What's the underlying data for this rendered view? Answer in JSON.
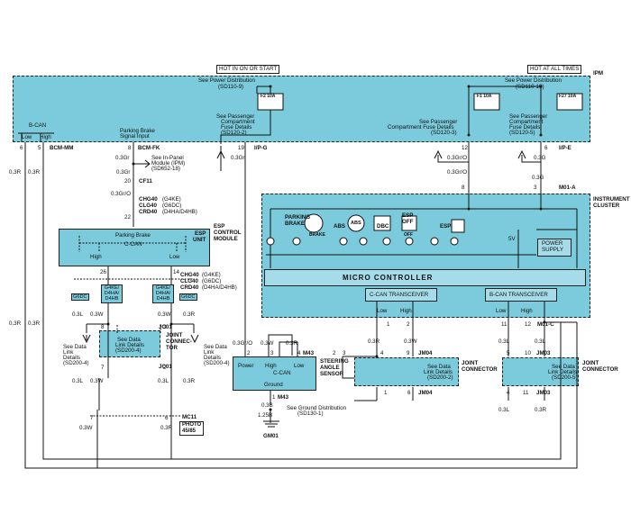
{
  "header": {
    "hot_in_on": "HOT IN ON OR START",
    "hot_at_all": "HOT AT ALL TIMES"
  },
  "ipm": {
    "label": "IPM",
    "see_pd_left": "See Power Distribution",
    "see_pd_left_ref": "(SD110-9)",
    "see_pd_right": "See Power Distribution",
    "see_pd_right_ref": "(SD110-10)",
    "f2": "F2 10A",
    "f1": "F1 10A",
    "f27": "F27 10A",
    "spc1": "See Passenger",
    "spc1b": "Compartment",
    "spc1c": "Fuse Details",
    "spc1d": "(SD120-2)",
    "spc2": "See Passenger",
    "spc2b": "Compartment Fuse Details",
    "spc2c": "(SD120-3)",
    "spc3": "See Passenger",
    "spc3b": "Compartment",
    "spc3c": "Fuse Details",
    "spc3d": "(SD120-5)",
    "bcan": "B-CAN",
    "low": "Low",
    "high": "High",
    "bcm_mm": "BCM-MM",
    "pb_signal": "Parking Brake",
    "pb_signal2": "Signal Input",
    "bcm_fk": "BCM-FK",
    "ipg": "I/P-G",
    "ipe": "I/P-E"
  },
  "pins": {
    "p6": "6",
    "p5": "5",
    "p8": "8",
    "p19": "19",
    "p12": "12",
    "p6b": "6",
    "p20": "20",
    "p22": "22",
    "p26": "26",
    "p14": "14",
    "p8b": "8",
    "p7": "7",
    "p3": "3",
    "p2": "2",
    "p7b": "7",
    "p6c": "6",
    "p2b": "2",
    "p1": "1",
    "p3b": "3",
    "p4": "4",
    "p2c": "2",
    "p3c": "3",
    "p4b": "4",
    "p1b": "1",
    "p2d": "2",
    "p9": "9",
    "p3d": "3",
    "p8c": "8",
    "p11": "11",
    "p12b": "12",
    "p5b": "5",
    "p10": "10",
    "p2e": "2",
    "p1c": "1",
    "p6d": "6",
    "p4c": "4",
    "p11b": "11",
    "p1d": "1",
    "p9b": "9",
    "p1e": "1",
    "p8d": "8"
  },
  "wires": {
    "w03r_a": "0.3R",
    "w03r_b": "0.3R",
    "w03gr_a": "0.3Gr",
    "w03gr_b": "0.3Gr",
    "w03gro_a": "0.3Gr/O",
    "w03gro_b": "0.3Gr/O",
    "w03gro_c": "0.3Gr/O",
    "w03gro_d": "0.3Gr/O",
    "w03g_a": "0.3G",
    "w03g_b": "0.3G",
    "w03l_a": "0.3L",
    "w03r_c": "0.3R",
    "w03l_b": "0.3L",
    "w03w_a": "0.3W",
    "w03w_b": "0.3W",
    "w03r_d": "0.3R",
    "w03gr_c": "0.3Gr",
    "w03w_c": "0.3W",
    "w03r_e": "0.3R",
    "w03b": "0.3B",
    "w125b": "1.25B",
    "w03l_c": "0.3L",
    "w03r_f": "0.3R",
    "w03r_g": "0.3R",
    "w03l_d": "0.3L",
    "w03w_d": "0.3W",
    "w03r_h": "0.3R",
    "w03r_i": "0.3R",
    "w03l_e": "0.3L",
    "w03l_f": "0.3L",
    "w03w_e": "0.3W",
    "w03w_f": "0.3W",
    "w03r_j": "0.3R"
  },
  "labels": {
    "see_ipm": "See In-Panel",
    "see_ipm2": "Module (IPM)",
    "see_ipm3": "(SD652-18)",
    "cf11": "CF11",
    "chg40": "CHG40",
    "chg40v": "(G4KE)",
    "clg40": "CLG40",
    "clg40v": "(G6DC)",
    "crd40": "CRD40",
    "crd40v": "(D4HA/D4HB)",
    "esp_cm": "ESP",
    "esp_cm2": "CONTROL",
    "esp_cm3": "MODULE",
    "esp_unit": "ESP",
    "esp_unit2": "UNIT",
    "parking_brake": "Parking Brake",
    "ccan": "C-CAN",
    "high": "High",
    "low": "Low",
    "chg40b": "CHG40",
    "chg40bv": "(G4KE)",
    "clg40b": "CLG40",
    "clg40bv": "(G6DC)",
    "crd40b": "CRD40",
    "crd40bv": "(D4HA/D4HB)",
    "g6dc_a": "G6DC",
    "g4ke_a": "G4KE/",
    "g4ke_a2": "D4HA/",
    "g4ke_a3": "D4HB",
    "g4ke_b": "G4KE/",
    "g4ke_b2": "D4HA/",
    "g4ke_b3": "D4HB",
    "g6dc_b": "G6DC",
    "jc01": "JC01",
    "jc01b": "JC01",
    "joint_conn": "JOINT",
    "joint_conn2": "CONNEC-",
    "joint_conn3": "TOR",
    "see_dl_jc": "See Data",
    "see_dl_jc2": "Link Details",
    "see_dl_jc3": "(SD200-4)",
    "see_dl_l": "See Data",
    "see_dl_l2": "Link",
    "see_dl_l3": "Details",
    "see_dl_l4": "(SD200-4)",
    "see_dl_r": "See Data",
    "see_dl_r2": "Link",
    "see_dl_r3": "Details",
    "see_dl_r4": "(SD200-4)",
    "mc11": "MC11",
    "photo": "PHOTO",
    "photo2": "45/85",
    "m43": "M43",
    "m43b": "M43",
    "power": "Power",
    "ccan_s": "C-CAN",
    "high_s": "High",
    "low_s": "Low",
    "ground": "Ground",
    "sas": "STEERING",
    "sas2": "ANGLE",
    "sas3": "SENSOR",
    "see_gd": "See Ground Distribution",
    "see_gd2": "(SD130-1)",
    "gm01": "GM01",
    "m01a": "M01-A",
    "m01c": "M01-C",
    "ic": "INSTRUMENT",
    "ic2": "CLUSTER",
    "pbrake": "PARKING",
    "pbrake2": "BRAKE",
    "brake_icon": "BRAKE",
    "abs": "ABS",
    "abs_icon": "ABS",
    "dbc": "DBC",
    "espoff": "ESP",
    "espoff2": "OFF",
    "espoff_icon": "OFF",
    "esp": "ESP",
    "v5": "5V",
    "power_supply": "POWER",
    "power_supply2": "SUPPLY",
    "micro": "MICRO   CONTROLLER",
    "ccan_tr": "C-CAN TRANSCEIVER",
    "bcan_tr": "B-CAN TRANSCEIVER",
    "low1": "Low",
    "high1": "High",
    "low2": "Low",
    "high2": "High",
    "jm04": "JM04",
    "jm04b": "JM04",
    "jm03": "JM03",
    "jm03b": "JM03",
    "jconn_a": "JOINT",
    "jconn_a2": "CONNECTOR",
    "jconn_b": "JOINT",
    "jconn_b2": "CONNECTOR",
    "see_dl_jm04": "See Data",
    "see_dl_jm04b": "Link Details",
    "see_dl_jm04c": "(SD200-2)",
    "see_dl_jm03": "See Data",
    "see_dl_jm03b": "Link Details",
    "see_dl_jm03c": "(SD200-5)"
  },
  "colors": {
    "box": "#7ccbdc",
    "line": "#111111"
  }
}
